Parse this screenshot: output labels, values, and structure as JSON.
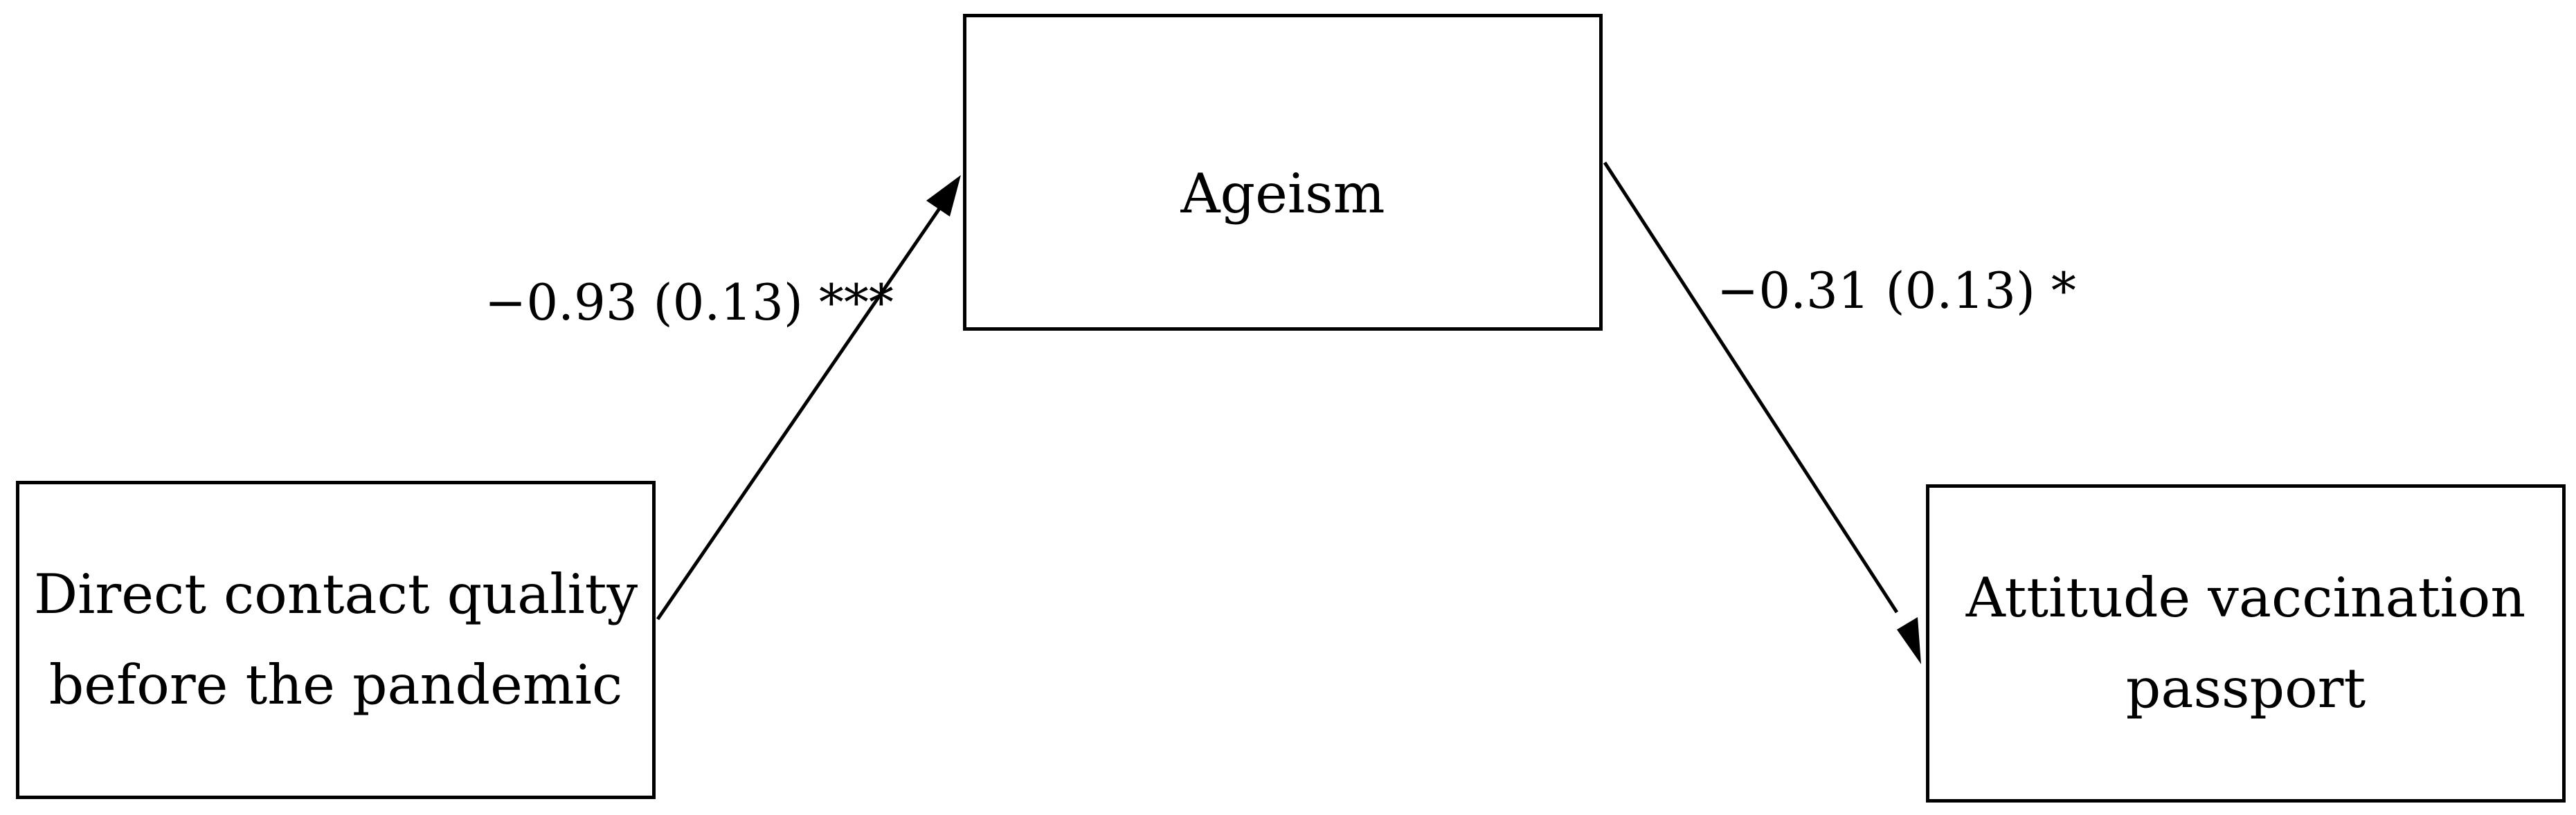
{
  "nodes": {
    "mediator": "Ageism",
    "predictor": "Direct contact quality\nbefore the pandemic",
    "outcome": "Attitude vaccination\npassport"
  },
  "paths": {
    "a_label": "−0.93 (0.13) ***",
    "b_label": "−0.31 (0.13) *"
  },
  "colors": {
    "stroke": "#000000",
    "background": "#ffffff"
  }
}
